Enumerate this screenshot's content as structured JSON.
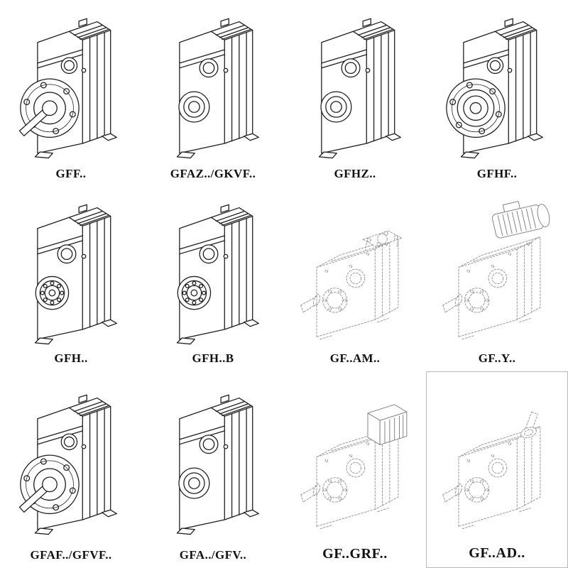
{
  "colors": {
    "ink": "#1f1f1f",
    "ghost": "#9c9c9c",
    "background": "#ffffff"
  },
  "catalog": {
    "items": [
      {
        "label": "GFF..",
        "linework": "solid"
      },
      {
        "label": "GFAZ../GKVF..",
        "linework": "solid"
      },
      {
        "label": "GFHZ..",
        "linework": "solid"
      },
      {
        "label": "GFHF..",
        "linework": "solid"
      },
      {
        "label": "GFH..",
        "linework": "solid"
      },
      {
        "label": "GFH..B",
        "linework": "solid"
      },
      {
        "label": "GF..AM..",
        "linework": "dashed"
      },
      {
        "label": "GF..Y..",
        "linework": "dashed"
      },
      {
        "label": "GFAF../GFVF..",
        "linework": "solid"
      },
      {
        "label": "GFA../GFV..",
        "linework": "solid"
      },
      {
        "label": "GF..GRF..",
        "linework": "dashed"
      },
      {
        "label": "GF..AD..",
        "linework": "dashed"
      }
    ]
  }
}
